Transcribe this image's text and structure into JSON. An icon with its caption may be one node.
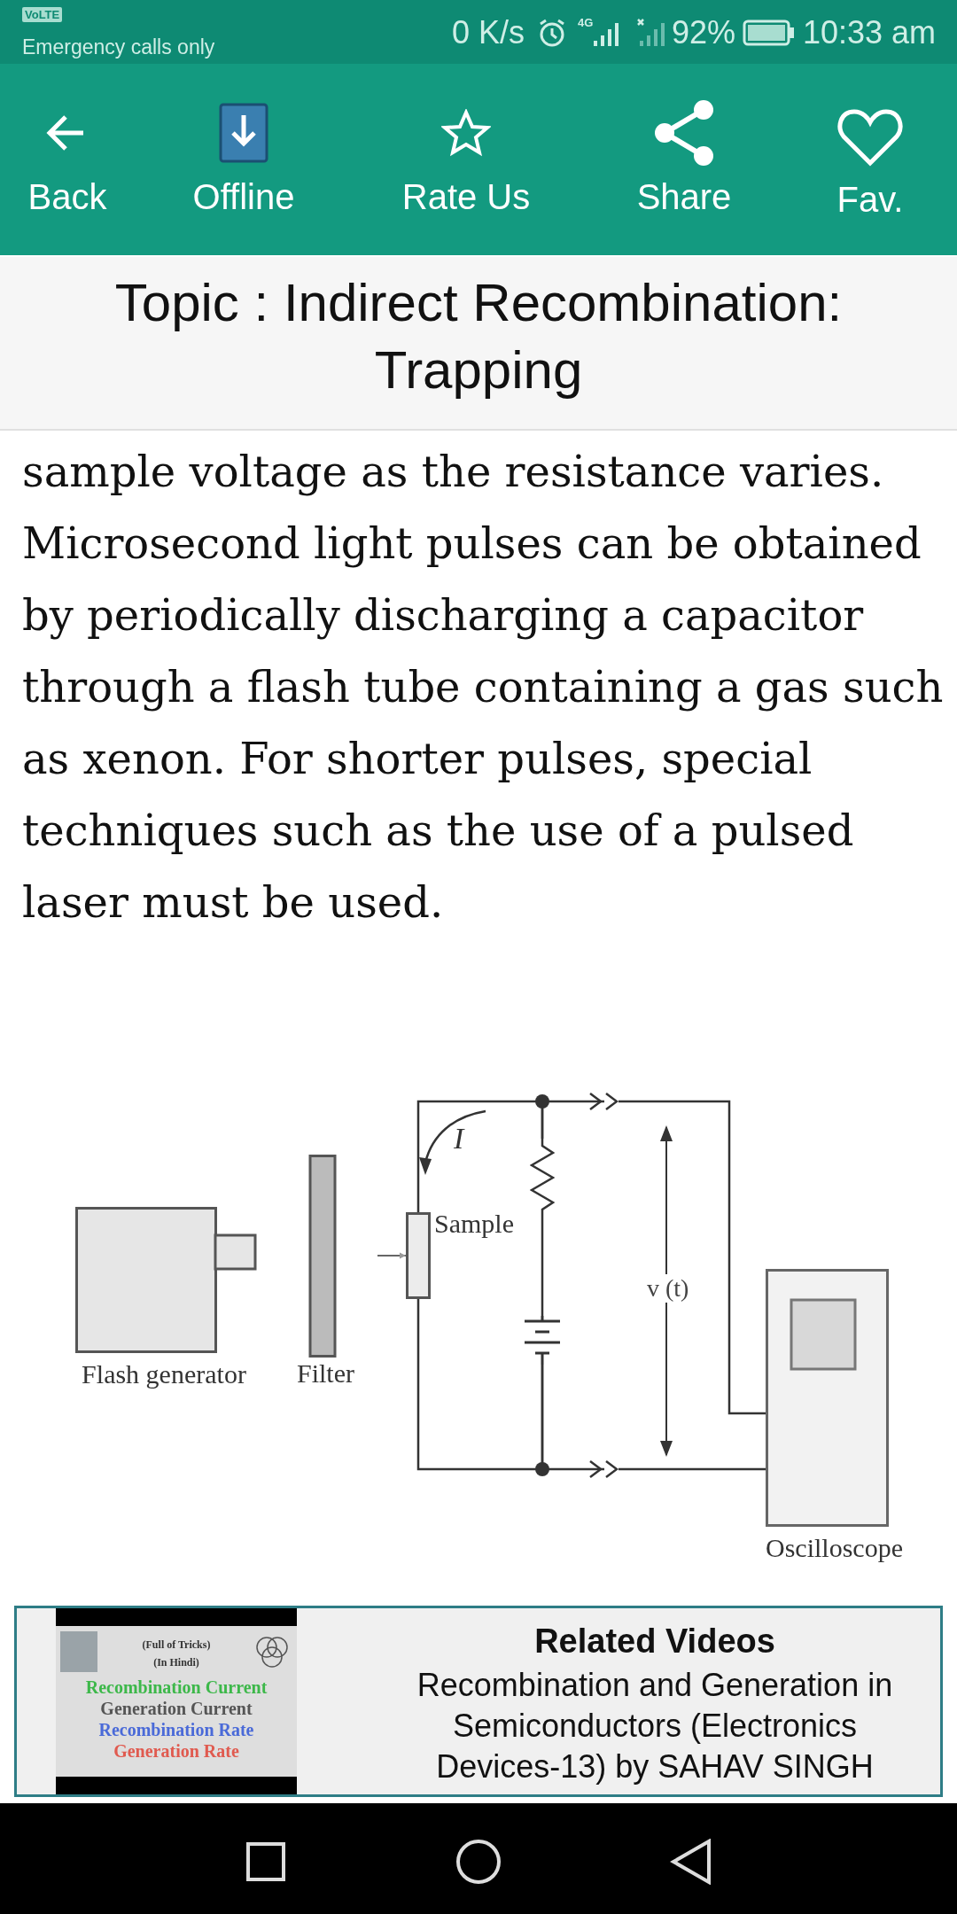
{
  "diagram": {
    "title": "Topic : Indirect Recombination: Trapping",
    "nodes": [
      {
        "text": [
          "Flash generator"
        ]
      },
      {
        "text": [
          "Filter"
        ]
      },
      {
        "text": [
          "Sample"
        ]
      },
      {
        "text": [],
        "shape": "resistor"
      },
      {
        "text": [],
        "shape": "battery"
      },
      {
        "text": [
          "Oscilloscope"
        ]
      },
      {
        "text": [],
        "shape": "connector"
      },
      {
        "text": [],
        "shape": "connector"
      }
    ],
    "edges": [
      {
        "from": 2,
        "to": 3,
        "arrow": "none"
      },
      {
        "from": 3,
        "to": 4,
        "arrow": "none"
      },
      {
        "from": 4,
        "to": 2,
        "arrow": "none"
      },
      {
        "from": 3,
        "to": 6,
        "arrow": "to"
      },
      {
        "from": 6,
        "to": 5,
        "arrow": "other"
      },
      {
        "from": 4,
        "to": 7,
        "arrow": "to"
      },
      {
        "from": 7,
        "to": 5,
        "arrow": "other"
      },
      {
        "from": null,
        "to": 2,
        "arrow": "to"
      }
    ],
    "labels": [
      "VoLTE",
      "Emergency calls only",
      "0 K/s",
      "4G",
      "92%",
      "10:33 am",
      "Back",
      "Offline",
      "Rate Us",
      "Share",
      "Fav.",
      "sample voltage as the resistance varies. Microsecond light pulses can be obtained by periodically discharging a capacitor through a flash tube containing a gas such as xenon. For shorter pulses, special techniques such as the use of a pulsed laser must be used.",
      "I",
      "v (t)",
      "(Full of Tricks)",
      "(In Hindi)",
      "Recombination Current",
      "Generation Current",
      "Recombination Rate",
      "Generation Rate",
      "Related Videos",
      "Recombination and Generation in Semiconductors (Electronics Devices-13) by SAHAV SINGH"
    ]
  }
}
